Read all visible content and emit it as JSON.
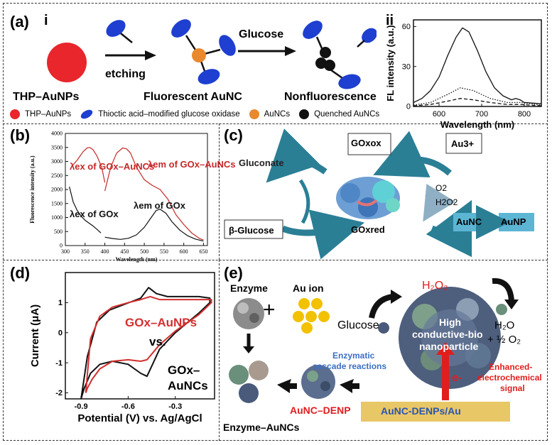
{
  "panel_a": {
    "label": "(a)",
    "sub_i": "i",
    "sub_ii": "ii",
    "arrow1_label": "etching",
    "arrow2_label": "Glucose",
    "stage1": "THP–AuNPs",
    "stage2": "Fluorescent AuNC",
    "stage3": "Nonfluorescence",
    "legend": [
      {
        "label": "THP–AuNPs",
        "color": "#e8262c",
        "icon": "red-circle-icon"
      },
      {
        "label": "Thioctic acid–modified glucose oxidase",
        "color": "#1e3fd0",
        "icon": "blue-ellipse-icon"
      },
      {
        "label": "AuNCs",
        "color": "#e8892f",
        "icon": "orange-circle-icon"
      },
      {
        "label": "Quenched AuNCs",
        "color": "#111111",
        "icon": "black-circle-icon"
      }
    ]
  },
  "panel_b": {
    "label": "(b)",
    "ann_ex_gox_aunc": "λex of GOx–AuNCs",
    "ann_em_gox_aunc": "λem of GOx–AuNCs",
    "ann_ex_gox": "λex of GOx",
    "ann_em_gox": "λem of GOx"
  },
  "panel_c": {
    "label": "(c)",
    "gluconate": "Gluconate",
    "beta_glucose": "β-Glucose",
    "gox_ox": "GOxox",
    "gox_red": "GOxred",
    "au3": "Au3+",
    "o2": "O2",
    "h2o2": "H2O2",
    "aunc": "AuNC",
    "aunp": "AuNP"
  },
  "panel_d": {
    "label": "(d)",
    "ann_np": "GOx–AuNPs",
    "ann_vs": "vs.",
    "ann_nc1": "GOx–",
    "ann_nc2": "AuNCs"
  },
  "panel_e": {
    "label": "(e)",
    "enzyme": "Enzyme",
    "au_ion": "Au ion",
    "plus": "+",
    "glucose": "Glucose",
    "h2o2": "H₂O₂",
    "h2o": "H₂O",
    "half_o2": "+ ½ O₂",
    "enzyme_aunc": "Enzyme–AuNCs",
    "aunc_denp": "AuNC–DENP",
    "cascade1": "Enzymatic",
    "cascade2": "cascade reactions",
    "bio1": "High",
    "bio2": "conductive-bio",
    "bio3": "nanoparticle",
    "electron": "e-",
    "signal1": "Enhanced-",
    "signal2": "electrochemical",
    "signal3": "signal",
    "electrode": "AuNC-DENPs/Au"
  },
  "chart_data": [
    {
      "type": "line",
      "panel": "a-ii",
      "xlabel": "Wavelength (nm)",
      "ylabel": "FL intensity (a.u.)",
      "xlim": [
        540,
        840
      ],
      "ylim": [
        0,
        65
      ],
      "xticks": [
        600,
        700,
        800
      ],
      "yticks": [
        0,
        30,
        60
      ],
      "series": [
        {
          "style": "solid",
          "x": [
            540,
            560,
            580,
            600,
            620,
            640,
            655,
            670,
            690,
            710,
            730,
            750,
            770,
            780,
            790,
            800,
            840
          ],
          "y": [
            3,
            6,
            12,
            22,
            38,
            52,
            59,
            56,
            42,
            26,
            14,
            8,
            5,
            6,
            5,
            3,
            2
          ]
        },
        {
          "style": "dotted",
          "x": [
            540,
            580,
            620,
            650,
            680,
            720,
            760,
            790,
            840
          ],
          "y": [
            1,
            3,
            9,
            14,
            12,
            6,
            3,
            3,
            1
          ]
        },
        {
          "style": "dashed",
          "x": [
            540,
            580,
            620,
            650,
            680,
            720,
            760,
            790,
            840
          ],
          "y": [
            0.5,
            1.5,
            4,
            6,
            5,
            3,
            1.5,
            1.5,
            0.5
          ]
        }
      ]
    },
    {
      "type": "line",
      "panel": "b",
      "xlabel": "Wavelength (nm)",
      "ylabel": "Fluorescence intensity (a.u.)",
      "xlim": [
        300,
        660
      ],
      "ylim": [
        0,
        4000
      ],
      "xticks": [
        300,
        350,
        400,
        450,
        500,
        550,
        600,
        650
      ],
      "yticks": [
        0,
        500,
        1000,
        1500,
        2000,
        2500,
        3000,
        3500,
        4000
      ],
      "series": [
        {
          "color": "#c62828",
          "x": [
            315,
            330,
            345,
            355,
            362,
            370,
            380,
            392,
            400
          ],
          "y": [
            2800,
            3050,
            3350,
            3480,
            3500,
            3420,
            3200,
            2800,
            2250
          ]
        },
        {
          "color": "#c62828",
          "x": [
            400,
            415,
            430,
            445,
            455,
            465,
            480,
            500,
            520,
            540,
            560,
            580,
            600,
            620,
            640,
            650
          ],
          "y": [
            1950,
            2800,
            3300,
            3480,
            3450,
            3300,
            2800,
            2350,
            2150,
            2000,
            1650,
            1100,
            750,
            450,
            250,
            200
          ]
        },
        {
          "color": "#111111",
          "x": [
            310,
            320,
            330,
            340,
            350,
            360,
            370,
            380,
            390
          ],
          "y": [
            2100,
            1550,
            1250,
            1050,
            900,
            800,
            700,
            580,
            450
          ]
        },
        {
          "color": "#111111",
          "x": [
            400,
            420,
            440,
            460,
            480,
            500,
            515,
            530,
            540,
            555,
            570,
            590,
            610,
            630,
            650
          ],
          "y": [
            300,
            250,
            220,
            260,
            380,
            650,
            950,
            1250,
            1300,
            1150,
            850,
            550,
            350,
            230,
            160
          ]
        }
      ]
    },
    {
      "type": "line",
      "panel": "d",
      "xlabel": "Potential (V) vs. Ag/AgCl",
      "ylabel": "Current (μA)",
      "xlim": [
        -1.0,
        -0.05
      ],
      "ylim": [
        -2.2,
        2.0
      ],
      "xticks": [
        -0.9,
        -0.6,
        -0.3
      ],
      "yticks": [
        -2,
        -1,
        0,
        1
      ],
      "series": [
        {
          "color": "#111111",
          "x": [
            -0.9,
            -0.86,
            -0.8,
            -0.72,
            -0.62,
            -0.52,
            -0.47,
            -0.42,
            -0.35,
            -0.25,
            -0.15,
            -0.08,
            -0.08,
            -0.15,
            -0.3,
            -0.4,
            -0.48,
            -0.52,
            -0.6,
            -0.7,
            -0.78,
            -0.84,
            -0.88,
            -0.9
          ],
          "y": [
            -2.2,
            -0.8,
            0.35,
            0.75,
            0.95,
            1.15,
            1.5,
            1.3,
            1.2,
            1.2,
            1.2,
            1.15,
            1.0,
            0.65,
            0.0,
            -0.55,
            -1.45,
            -1.35,
            -1.05,
            -0.95,
            -1.05,
            -1.35,
            -1.85,
            -2.2
          ]
        },
        {
          "color": "#d32f2f",
          "x": [
            -0.87,
            -0.84,
            -0.78,
            -0.7,
            -0.6,
            -0.52,
            -0.46,
            -0.4,
            -0.3,
            -0.2,
            -0.12,
            -0.07,
            -0.07,
            -0.15,
            -0.3,
            -0.4,
            -0.48,
            -0.52,
            -0.6,
            -0.7,
            -0.78,
            -0.83,
            -0.86,
            -0.87
          ],
          "y": [
            -2.0,
            -0.2,
            0.55,
            0.85,
            1.0,
            1.1,
            1.2,
            1.1,
            1.1,
            1.1,
            1.1,
            1.1,
            1.0,
            0.6,
            0.05,
            -0.4,
            -0.9,
            -0.95,
            -0.9,
            -0.95,
            -1.2,
            -1.55,
            -1.85,
            -2.0
          ]
        }
      ]
    }
  ]
}
